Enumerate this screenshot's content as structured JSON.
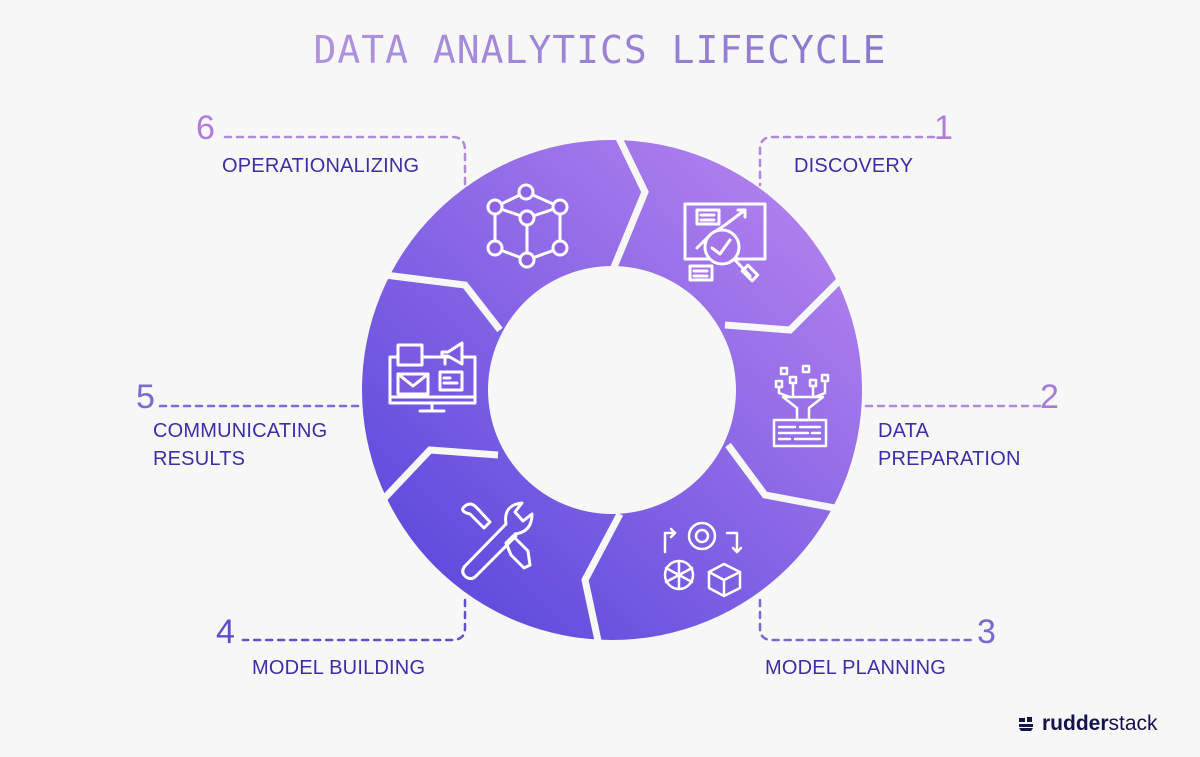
{
  "title": "DATA ANALYTICS LIFECYCLE",
  "colors": {
    "background": "#f7f7f8",
    "ring_gradient_start": "#b583ee",
    "ring_gradient_end": "#5746dc",
    "label_text": "#3b2fa6",
    "number_light": "#b07ed8",
    "number_dark": "#6a4fcf",
    "logo": "#14134b"
  },
  "stages": [
    {
      "number": "1",
      "label_line1": "DISCOVERY",
      "label_line2": "",
      "icon": "chart-magnifier-icon"
    },
    {
      "number": "2",
      "label_line1": "DATA",
      "label_line2": "PREPARATION",
      "icon": "data-funnel-icon"
    },
    {
      "number": "3",
      "label_line1": "MODEL PLANNING",
      "label_line2": "",
      "icon": "gear-cube-network-icon"
    },
    {
      "number": "4",
      "label_line1": "MODEL BUILDING",
      "label_line2": "",
      "icon": "wrench-screwdriver-icon"
    },
    {
      "number": "5",
      "label_line1": "COMMUNICATING",
      "label_line2": "RESULTS",
      "icon": "monitor-megaphone-icon"
    },
    {
      "number": "6",
      "label_line1": "OPERATIONALIZING",
      "label_line2": "",
      "icon": "network-cube-icon"
    }
  ],
  "logo": {
    "bold": "rudder",
    "regular": "stack",
    "icon": "rudderstack-logo-icon"
  }
}
